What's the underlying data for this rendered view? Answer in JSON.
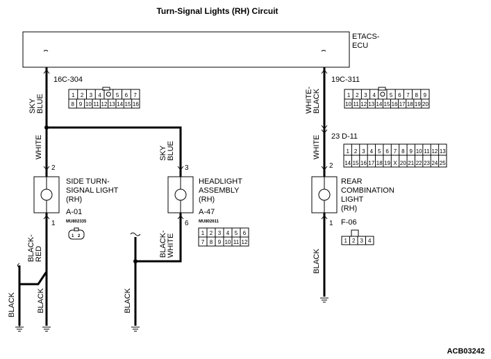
{
  "title": "Turn-Signal Lights (RH) Circuit",
  "figure_id": "ACB03242",
  "ecu": {
    "name_line1": "ETACS-",
    "name_line2": "ECU"
  },
  "connectors": {
    "c304": {
      "pin": "16",
      "id": "C-304",
      "row1": [
        "1",
        "2",
        "3",
        "4",
        "",
        "5",
        "6",
        "7"
      ],
      "row2": [
        "8",
        "9",
        "10",
        "11",
        "12",
        "13",
        "14",
        "15",
        "16"
      ]
    },
    "c311": {
      "pin": "19",
      "id": "C-311",
      "row1": [
        "1",
        "2",
        "3",
        "4",
        "",
        "5",
        "6",
        "7",
        "8",
        "9"
      ],
      "row2": [
        "10",
        "11",
        "12",
        "13",
        "14",
        "15",
        "16",
        "17",
        "18",
        "19",
        "20"
      ]
    },
    "d11": {
      "pin": "23",
      "id": "D-11",
      "row1": [
        "1",
        "2",
        "3",
        "4",
        "5",
        "6",
        "7",
        "8",
        "9",
        "10",
        "11",
        "12",
        "13"
      ],
      "row2": [
        "14",
        "15",
        "16",
        "17",
        "18",
        "19",
        "X",
        "20",
        "21",
        "22",
        "23",
        "24",
        "25"
      ]
    },
    "a01": {
      "id": "A-01",
      "part": "MU802335",
      "pins": [
        "1",
        "2"
      ]
    },
    "a47": {
      "id": "A-47",
      "part": "MU802611",
      "row1": [
        "1",
        "2",
        "3",
        "4",
        "5",
        "6"
      ],
      "row2": [
        "7",
        "8",
        "9",
        "10",
        "11",
        "12"
      ]
    },
    "f06": {
      "id": "F-06",
      "pins": [
        "1",
        "2",
        "3",
        "4"
      ]
    }
  },
  "components": {
    "side": {
      "line1": "SIDE TURN-",
      "line2": "SIGNAL LIGHT",
      "line3": "(RH)",
      "pin_top": "2",
      "pin_bottom": "1"
    },
    "headlight": {
      "line1": "HEADLIGHT",
      "line2": "ASSEMBLY",
      "line3": "(RH)",
      "pin_top": "3",
      "pin_bottom": "6"
    },
    "rear": {
      "line1": "REAR",
      "line2": "COMBINATION",
      "line3": "LIGHT",
      "line4": "(RH)",
      "pin_top": "2",
      "pin_bottom": "1"
    }
  },
  "wires": {
    "sky_blue": [
      "SKY",
      "BLUE"
    ],
    "white": "WHITE",
    "white_black": [
      "WHITE-",
      "BLACK"
    ],
    "black_red": [
      "BLACK-",
      "RED"
    ],
    "black_white": [
      "BLACK-",
      "WHITE"
    ],
    "black": "BLACK"
  }
}
